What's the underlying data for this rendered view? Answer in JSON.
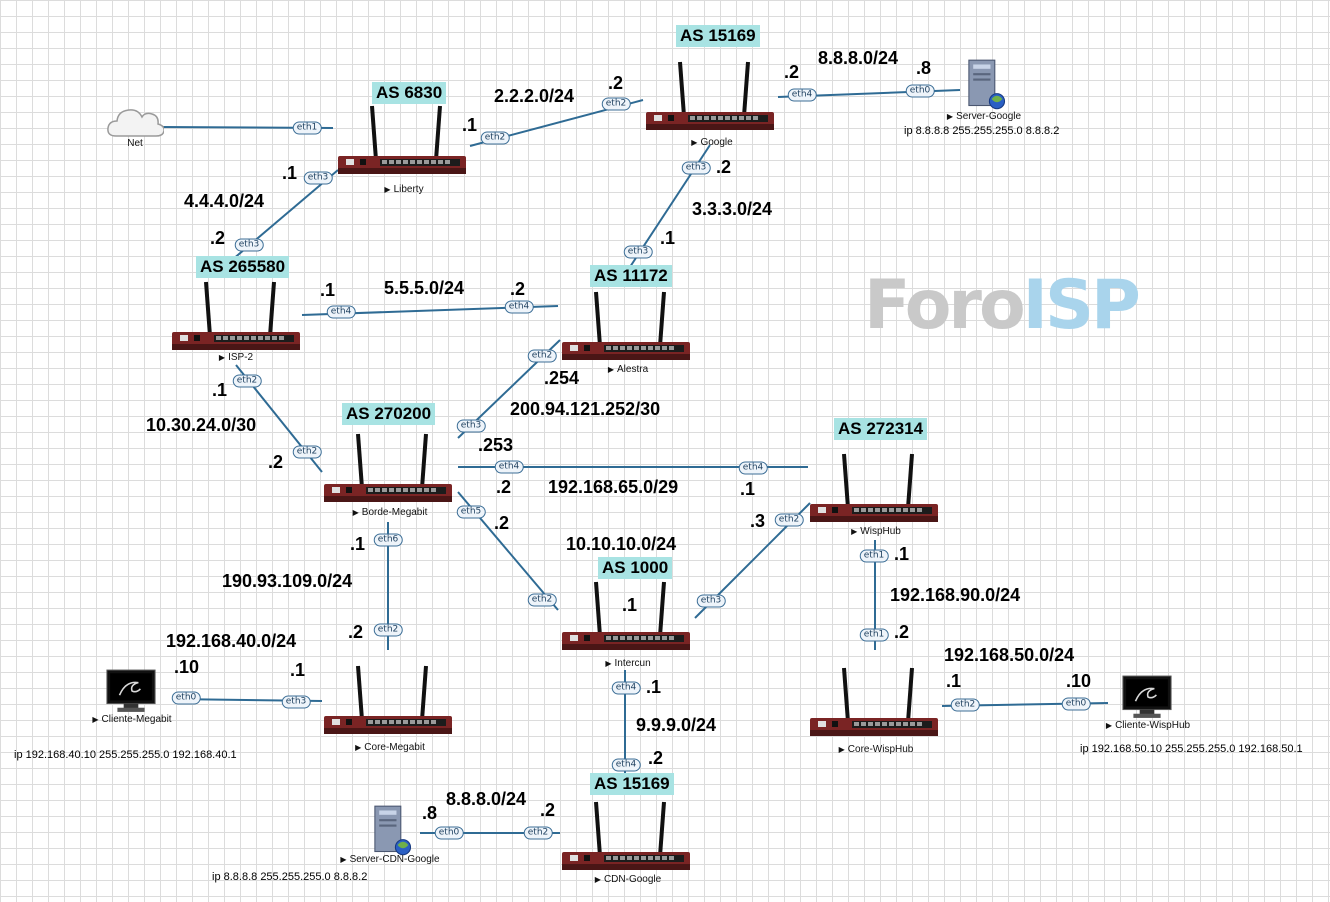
{
  "logo": {
    "part1": "Foro",
    "part2": "ISP"
  },
  "devices": {
    "net": "Net",
    "liberty": "Liberty",
    "google": "Google",
    "server_google": "Server-Google",
    "isp2": "ISP-2",
    "alestra": "Alestra",
    "borde": "Borde-Megabit",
    "wisphub": "WispHub",
    "intercun": "Intercun",
    "core_megabit": "Core-Megabit",
    "core_wisphub": "Core-WispHub",
    "cliente_megabit": "Cliente-Megabit",
    "cliente_wisphub": "Cliente-WispHub",
    "cdn_google": "CDN-Google",
    "server_cdn": "Server-CDN-Google"
  },
  "as_labels": {
    "liberty": "AS 6830",
    "google": "AS 15169",
    "isp2": "AS 265580",
    "alestra": "AS 11172",
    "borde": "AS 270200",
    "wisphub": "AS 272314",
    "intercun": "AS 1000",
    "cdn": "AS 15169"
  },
  "networks": {
    "n2222": "2.2.2.0/24",
    "n8888_top": "8.8.8.0/24",
    "n4444": "4.4.4.0/24",
    "n3333": "3.3.3.0/24",
    "n5555": "5.5.5.0/24",
    "n10_30": "10.30.24.0/30",
    "n200_94": "200.94.121.252/30",
    "n192_65": "192.168.65.0/29",
    "n10_10": "10.10.10.0/24",
    "n190_93": "190.93.109.0/24",
    "n192_40": "192.168.40.0/24",
    "n192_90": "192.168.90.0/24",
    "n192_50": "192.168.50.0/24",
    "n9999": "9.9.9.0/24",
    "n8888_bottom": "8.8.8.0/24"
  },
  "ips": {
    "lib_eth2": ".1",
    "goo_eth2": ".2",
    "goo_eth4": ".2",
    "srv_eth0": ".8",
    "lib_eth3": ".1",
    "isp_eth3": ".2",
    "goo_eth3": ".2",
    "ale_eth3": ".1",
    "isp_eth4": ".1",
    "ale_eth4": ".2",
    "isp_eth2": ".1",
    "bor_eth2": ".2",
    "ale_eth2": ".254",
    "bor_eth3": ".253",
    "bor_eth4": ".2",
    "wis_eth4": ".1",
    "bor_eth5": ".2",
    "wis_eth2": ".3",
    "int_eth2": ".1",
    "bor_eth6": ".1",
    "core_eth2": ".2",
    "cli_eth0": ".10",
    "core_eth3": ".1",
    "wis_eth1": ".1",
    "cwh_eth1": ".2",
    "cwh_eth2": ".1",
    "cliw_eth0": ".10",
    "int_eth4": ".1",
    "cdn_eth4": ".2",
    "cdn_eth2": ".2",
    "scdn_eth0": ".8"
  },
  "ports": {
    "eth0": "eth0",
    "eth1": "eth1",
    "eth2": "eth2",
    "eth3": "eth3",
    "eth4": "eth4",
    "eth5": "eth5",
    "eth6": "eth6"
  },
  "configs": {
    "server_google": "ip 8.8.8.8 255.255.255.0 8.8.8.2",
    "cliente_megabit": "ip 192.168.40.10 255.255.255.0 192.168.40.1",
    "cliente_wisphub": "ip 192.168.50.10 255.255.255.0 192.168.50.1",
    "server_cdn": "ip 8.8.8.8 255.255.255.0 8.8.8.2"
  }
}
